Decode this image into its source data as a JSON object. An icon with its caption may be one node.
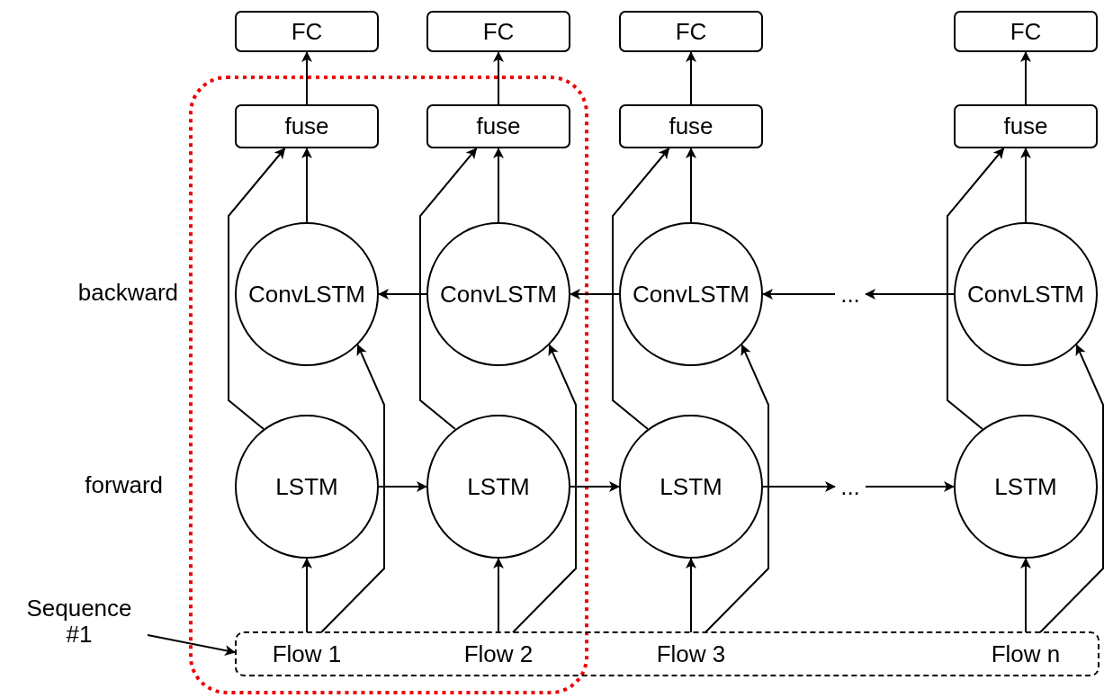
{
  "diagram": {
    "nodes": [
      {
        "text": [
          "FC"
        ]
      },
      {
        "text": [
          "FC"
        ]
      },
      {
        "text": [
          "FC"
        ]
      },
      {
        "text": [
          "FC"
        ]
      },
      {
        "text": [
          "fuse"
        ]
      },
      {
        "text": [
          "fuse"
        ]
      },
      {
        "text": [
          "fuse"
        ]
      },
      {
        "text": [
          "fuse"
        ]
      },
      {
        "text": [
          "ConvLSTM"
        ]
      },
      {
        "text": [
          "ConvLSTM"
        ]
      },
      {
        "text": [
          "ConvLSTM"
        ]
      },
      {
        "text": [
          "..."
        ]
      },
      {
        "text": [
          "ConvLSTM"
        ]
      },
      {
        "text": [
          "LSTM"
        ]
      },
      {
        "text": [
          "LSTM"
        ]
      },
      {
        "text": [
          "LSTM"
        ]
      },
      {
        "text": [
          "..."
        ]
      },
      {
        "text": [
          "LSTM"
        ]
      },
      {
        "text": [
          "Sequence #1"
        ]
      },
      {
        "text": [],
        "shape": "box"
      },
      {
        "text": [
          "Flow 1"
        ],
        "in": 19
      },
      {
        "text": [
          "Flow 2"
        ],
        "in": 19
      },
      {
        "text": [
          "Flow 3"
        ],
        "in": 19
      },
      {
        "text": [
          "Flow n"
        ],
        "in": 19
      }
    ],
    "edges": [
      {
        "from": 20,
        "to": 13,
        "arrow": "to"
      },
      {
        "from": 21,
        "to": 14,
        "arrow": "to"
      },
      {
        "from": 22,
        "to": 15,
        "arrow": "to"
      },
      {
        "from": 23,
        "to": 17,
        "arrow": "to"
      },
      {
        "from": 20,
        "to": 8,
        "arrow": "to"
      },
      {
        "from": 21,
        "to": 9,
        "arrow": "to"
      },
      {
        "from": 22,
        "to": 10,
        "arrow": "to"
      },
      {
        "from": 23,
        "to": 12,
        "arrow": "to"
      },
      {
        "from": 13,
        "to": 4,
        "arrow": "to"
      },
      {
        "from": 14,
        "to": 5,
        "arrow": "to"
      },
      {
        "from": 15,
        "to": 6,
        "arrow": "to"
      },
      {
        "from": 17,
        "to": 7,
        "arrow": "to"
      },
      {
        "from": 8,
        "to": 4,
        "arrow": "to"
      },
      {
        "from": 9,
        "to": 5,
        "arrow": "to"
      },
      {
        "from": 10,
        "to": 6,
        "arrow": "to"
      },
      {
        "from": 12,
        "to": 7,
        "arrow": "to"
      },
      {
        "from": 4,
        "to": 0,
        "arrow": "to"
      },
      {
        "from": 5,
        "to": 1,
        "arrow": "to"
      },
      {
        "from": 6,
        "to": 2,
        "arrow": "to"
      },
      {
        "from": 7,
        "to": 3,
        "arrow": "to"
      },
      {
        "from": 13,
        "to": 14,
        "arrow": "to"
      },
      {
        "from": 14,
        "to": 15,
        "arrow": "to"
      },
      {
        "from": 15,
        "to": 16,
        "arrow": "to"
      },
      {
        "from": 16,
        "to": 17,
        "arrow": "to"
      },
      {
        "from": 9,
        "to": 8,
        "arrow": "to"
      },
      {
        "from": 10,
        "to": 9,
        "arrow": "to"
      },
      {
        "from": 11,
        "to": 10,
        "arrow": "to"
      },
      {
        "from": 12,
        "to": 11,
        "arrow": "to"
      },
      {
        "from": 18,
        "to": 19,
        "arrow": "to"
      }
    ],
    "labels": [
      "backward",
      "forward"
    ]
  }
}
